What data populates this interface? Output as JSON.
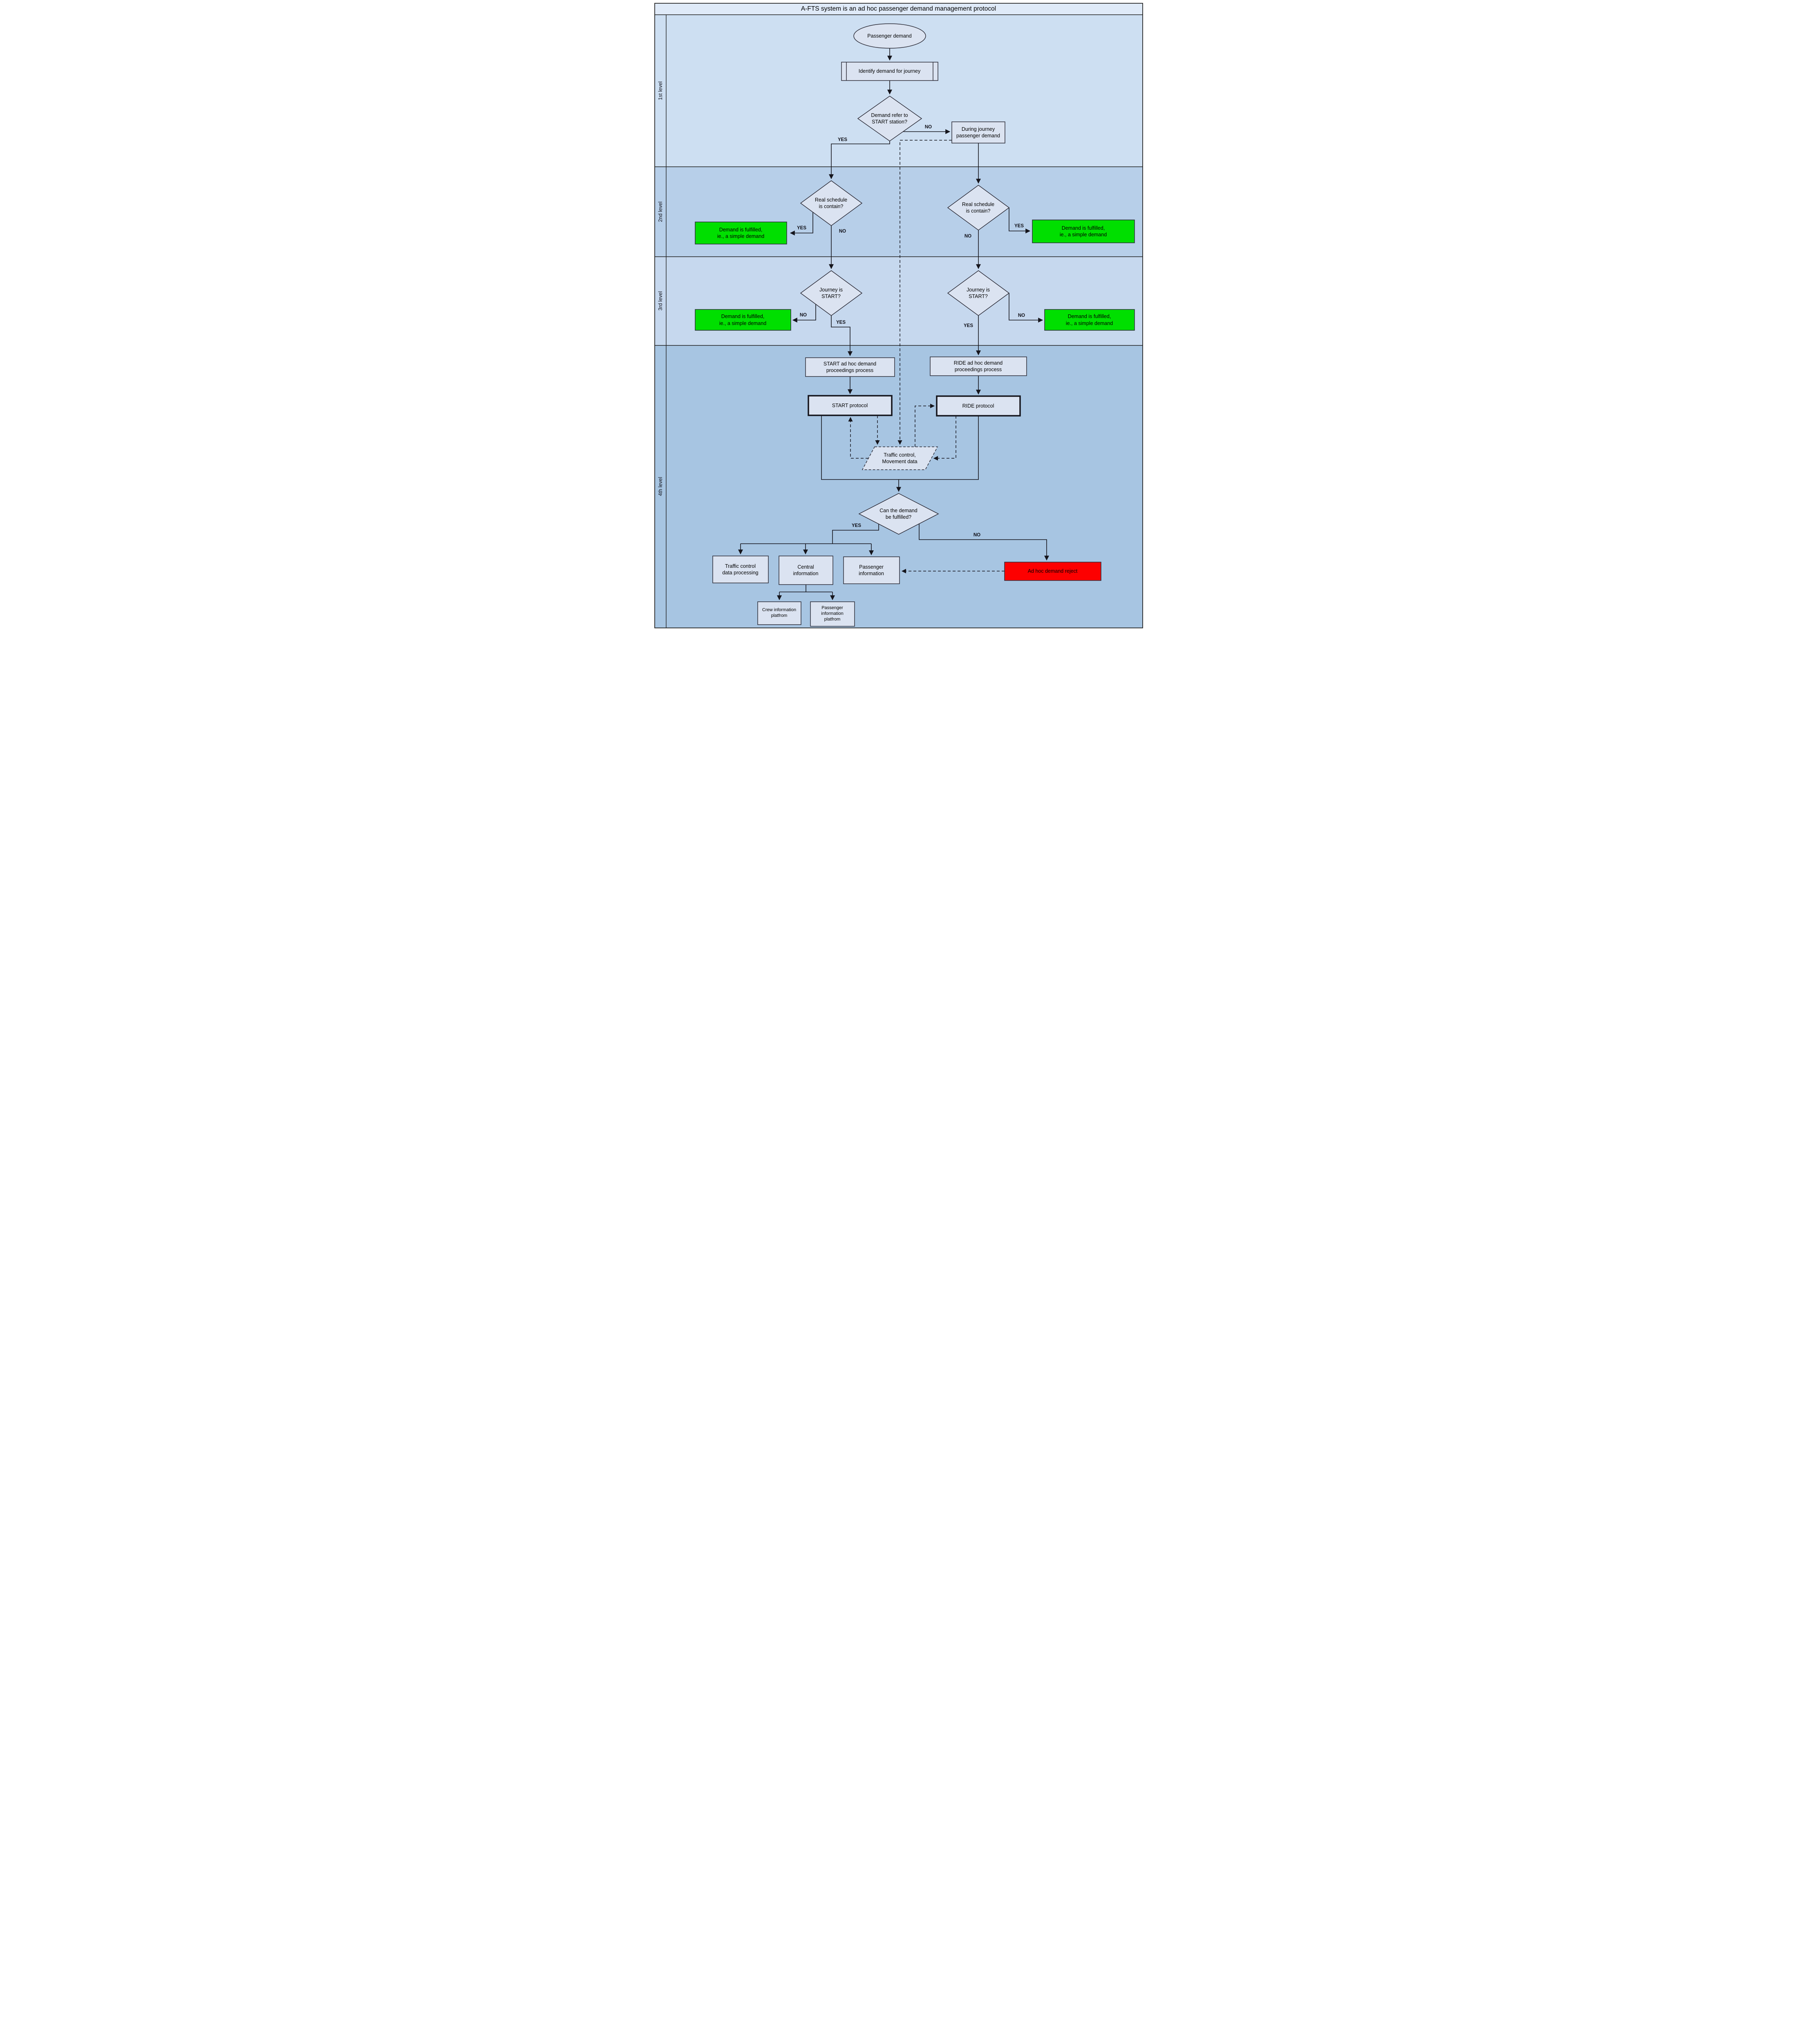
{
  "title": "A-FTS system is an ad hoc passenger demand management protocol",
  "lanes": [
    {
      "label": "1st level"
    },
    {
      "label": "2nd level"
    },
    {
      "label": "3rd level"
    },
    {
      "label": "4th level"
    }
  ],
  "branch_labels": {
    "yes": "YES",
    "no": "NO"
  },
  "colors": {
    "title_bar": "#dfeaf8",
    "lane1": "#cddff2",
    "lane2": "#b7cfe9",
    "lane3": "#c6d8ee",
    "lane4": "#a7c5e2",
    "node_fill": "#dbe3f1",
    "node_border": "#2c2c38",
    "fulfilled_green": "#00df00",
    "reject_red": "#fd0000",
    "connector": "#15151c"
  },
  "nodes": {
    "passenger_demand": "Passenger demand",
    "identify_demand": "Identify demand for journey",
    "demand_refer_start": "Demand refer to\nSTART station?",
    "during_journey": "During journey\npassenger demand",
    "real_schedule_left": "Real schedule\nis contain?",
    "real_schedule_right": "Real schedule\nis contain?",
    "fulfilled_left_2": "Demand is fulfilled,\nie., a simple demand",
    "fulfilled_right_2": "Demand is fulfilled,\nie., a simple demand",
    "journey_start_left": "Journey is\nSTART?",
    "journey_start_right": "Journey is\nSTART?",
    "fulfilled_left_3": "Demand is fulfilled,\nie., a simple demand",
    "fulfilled_right_3": "Demand is fulfilled,\nie., a simple demand",
    "start_adhoc_process": "START ad hoc demand\nproceedings process",
    "ride_adhoc_process": "RIDE ad hoc demand\nproceedings process",
    "start_protocol": "START protocol",
    "ride_protocol": "RIDE protocol",
    "traffic_movement_data": "Traffic control,\nMovement data",
    "can_demand_fulfilled": "Can the demand\nbe fulfilled?",
    "traffic_control_dp": "Traffic control\ndata processing",
    "central_information": "Central\ninformation",
    "passenger_information": "Passenger\ninformation",
    "adhoc_reject": "Ad hoc demand reject",
    "crew_info_platform": "Crew information\nplatfrom",
    "passenger_info_platform": "Passenger\ninformation\nplatfrom"
  }
}
